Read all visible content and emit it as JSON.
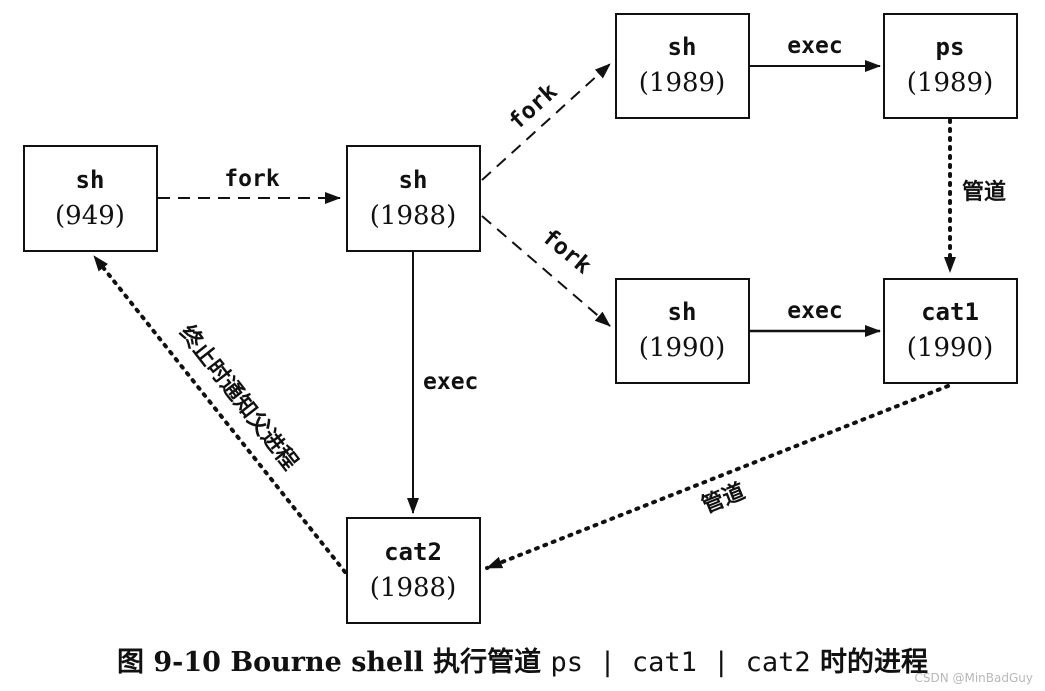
{
  "nodes": {
    "sh949": {
      "name": "sh",
      "pid": "(949)"
    },
    "sh1988": {
      "name": "sh",
      "pid": "(1988)"
    },
    "sh1989": {
      "name": "sh",
      "pid": "(1989)"
    },
    "ps1989": {
      "name": "ps",
      "pid": "(1989)"
    },
    "sh1990": {
      "name": "sh",
      "pid": "(1990)"
    },
    "cat1": {
      "name": "cat1",
      "pid": "(1990)"
    },
    "cat2": {
      "name": "cat2",
      "pid": "(1988)"
    }
  },
  "edges": {
    "fork_main": "fork",
    "fork_upper": "fork",
    "fork_lower": "fork",
    "exec_upper": "exec",
    "exec_lower": "exec",
    "exec_down": "exec",
    "pipe_right": "管道",
    "pipe_diag": "管道",
    "notify": "终止时通知父进程"
  },
  "caption": {
    "prefix": "图 9-10   Bourne shell 执行管道 ",
    "command": "ps | cat1 | cat2",
    "suffix": " 时的进程"
  },
  "watermark": "CSDN @MinBadGuy"
}
